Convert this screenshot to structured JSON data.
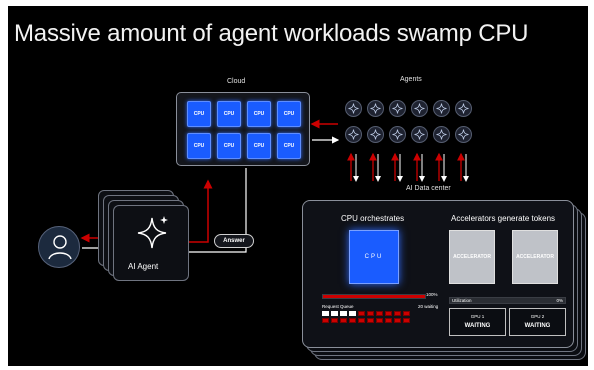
{
  "slide": {
    "title": "Massive amount of agent workloads swamp CPU",
    "background": "#000000"
  },
  "cloud": {
    "label": "Cloud",
    "chips": [
      "CPU",
      "CPU",
      "CPU",
      "CPU",
      "CPU",
      "CPU",
      "CPU",
      "CPU"
    ]
  },
  "agents": {
    "label": "Agents",
    "count": 12
  },
  "datacenter": {
    "label": "AI Data center",
    "cpu_heading": "CPU orchestrates",
    "accel_heading": "Accelerators generate tokens",
    "cpu_chip_label": "CPU",
    "accelerators": [
      "ACCELERATOR",
      "ACCELERATOR"
    ],
    "cpu_load_percent_label": "100%",
    "cpu_load": 1.0,
    "queue_label": "Request Queue",
    "queue_waiting_label": "20 waiting",
    "queue_total_cells": 20,
    "queue_filled_cells": 14,
    "utilization_label": "Utilization",
    "utilization_percent_label": "0%",
    "utilization": 0.0,
    "gpus": [
      {
        "name": "GPU 1",
        "status": "WAITING"
      },
      {
        "name": "GPU 2",
        "status": "WAITING"
      }
    ]
  },
  "ai_agent": {
    "label": "AI Agent"
  },
  "answer": {
    "label": "Answer"
  },
  "colors": {
    "accent_blue": "#1a5cff",
    "alert_red": "#cc0000",
    "accelerator_gray": "#bfc2c8"
  }
}
